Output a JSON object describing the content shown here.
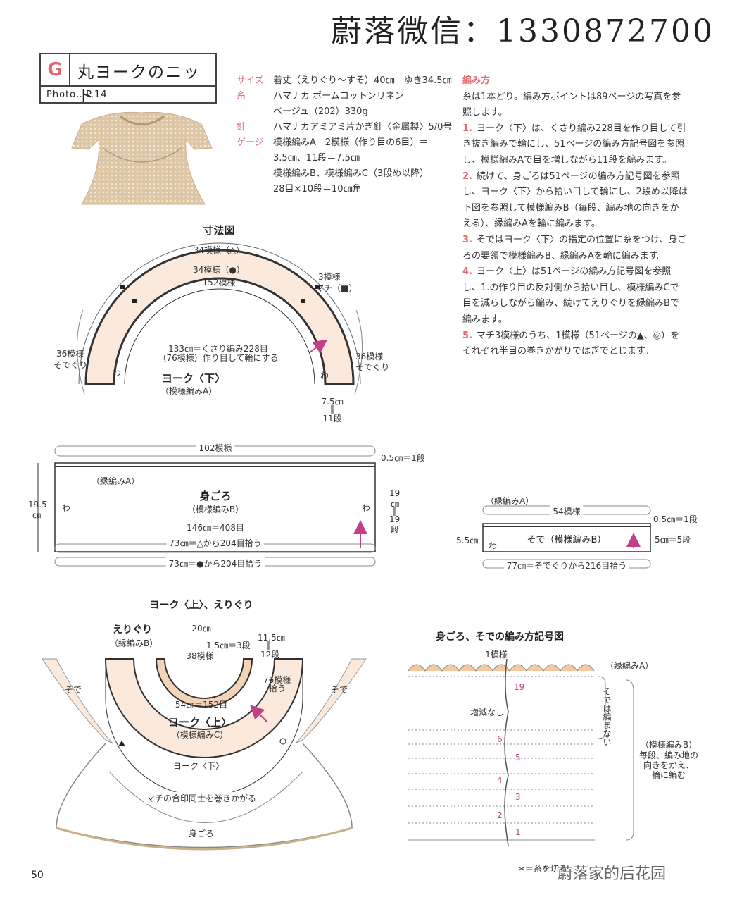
{
  "watermark": "蔚落微信：1330872700",
  "header": {
    "letter": "G",
    "title": "丸ヨークのニット",
    "photo_ref": "Photo…P.14"
  },
  "specs": [
    {
      "key": "サイズ",
      "value": "着丈（えりぐり～すそ）40㎝　ゆき34.5㎝"
    },
    {
      "key": "糸",
      "value": "ハマナカ ポームコットンリネン"
    },
    {
      "key": "",
      "value": "ベージュ（202）330g"
    },
    {
      "key": "針",
      "value": "ハマナカアミアミ片かぎ針〈金属製〉5/0号"
    },
    {
      "key": "ゲージ",
      "value": "模様編みA　2模様（作り目の6目）＝"
    },
    {
      "key": "",
      "value": "3.5㎝、11段＝7.5㎝"
    },
    {
      "key": "",
      "value": "模様編みB、模様編みC（3段め以降）"
    },
    {
      "key": "",
      "value": "28目×10段＝10㎝角"
    }
  ],
  "instructions": {
    "heading": "編み方",
    "intro": "糸は1本どり。編み方ポイントは89ページの写真を参照します。",
    "steps": [
      {
        "num": "1.",
        "text": "ヨーク〈下〉は、くさり編み228目を作り目して引き抜き編みで輪にし、51ページの編み方記号図を参照し、模様編みAで目を増しながら11段を編みます。"
      },
      {
        "num": "2.",
        "text": "続けて、身ごろは51ページの編み方記号図を参照し、ヨーク〈下〉から拾い目して輪にし、2段め以降は下図を参照して模様編みB（毎段、編み地の向きをかえる）、縁編みAを輪に編みます。"
      },
      {
        "num": "3.",
        "text": "そではヨーク〈下〉の指定の位置に糸をつけ、身ごろの要領で模様編みB、縁編みAを輪に編みます。"
      },
      {
        "num": "4.",
        "text": "ヨーク〈上〉は51ページの編み方記号図を参照し、1.の作り目の反対側から拾い目し、模様編みCで目を減らしながら編み、続けてえりぐりを縁編みBで編みます。"
      },
      {
        "num": "5.",
        "text": "マチ3模様のうち、1模様（51ページの▲、◎）をそれぞれ半目の巻きかがりではぎでとじます。"
      }
    ]
  },
  "yoke_diagram": {
    "title": "寸法図",
    "l_top": "34模様（△）",
    "l_mid": "34模様（●）",
    "l_inner": "152模様",
    "l_gusset": "3模様",
    "l_gusset2": "マチ（■）",
    "l_chain": "133㎝＝くさり編み228目",
    "l_chain2": "（76模様）作り目して輪にする",
    "l_sleeve_left": "36模様",
    "l_sleeve_left2": "そでぐり",
    "l_sleeve_right": "36模様",
    "l_sleeve_right2": "そでぐり",
    "l_yoke": "ヨーク〈下〉",
    "l_yoke_pattern": "（模様編みA）",
    "l_wa1": "わ",
    "l_wa2": "わ",
    "l_height": "7.5㎝",
    "l_eq": "‖",
    "l_rows": "11段"
  },
  "body_diagram": {
    "l_width": "102模様",
    "l_edge_rows": "0.5㎝＝1段",
    "l_edging": "（縁編みA）",
    "l_title": "身ごろ",
    "l_pattern": "（模様編みB）",
    "l_height_left": "19.5",
    "l_cm": "㎝",
    "l_wa_left": "わ",
    "l_wa_right": "わ",
    "l_height_right": "19",
    "l_height_right2": "㎝",
    "l_height_right3": "‖",
    "l_height_right4": "19",
    "l_height_right5": "段",
    "l_146": "146㎝＝408目",
    "l_73a": "73㎝＝△から204目拾う",
    "l_73b": "73㎝＝●から204目拾う"
  },
  "sleeve_diagram": {
    "l_edging": "（縁編みA）",
    "l_width": "54模様",
    "l_edge_rows": "0.5㎝＝1段",
    "l_height_left": "5.5㎝",
    "l_wa": "わ",
    "l_title": "そで（模様編みB）",
    "l_height_right": "5㎝＝5段",
    "l_bottom": "77㎝＝そでぐりから216目拾う"
  },
  "upper_yoke_diagram": {
    "title": "ヨーク〈上〉、えりぐり",
    "l_neck": "えりぐり",
    "l_neck_pattern": "（縁編みB）",
    "l_20": "20㎝",
    "l_11_5": "11.5㎝",
    "l_11_5b": "‖",
    "l_12": "12段",
    "l_1_5": "1.5㎝＝3段",
    "l_38": "38模様",
    "l_76": "76模様",
    "l_76b": "拾う",
    "l_54": "54㎝＝152目",
    "l_yoke_up": "ヨーク〈上〉",
    "l_yoke_pattern": "（模様編みC）",
    "l_sleeve_left": "そで",
    "l_sleeve_right": "そで",
    "l_yoke_down": "ヨーク〈下〉",
    "l_gusset": "マチの合印同士を巻きかがる",
    "l_body": "身ごろ"
  },
  "chart_diagram": {
    "title": "身ごろ、そでの編み方記号図",
    "l_repeat": "1模様",
    "l_edging": "（縁編みA）",
    "l_no_change": "増減なし",
    "l_sleeve_note": "そでは編まない",
    "l_pattern": "（模様編みB）",
    "l_note1": "毎段、編み地の",
    "l_note2": "向きをかえ、",
    "l_note3": "輪に編む",
    "rows": [
      "1",
      "2",
      "3",
      "4",
      "5",
      "6",
      "19"
    ],
    "legend": "✂＝糸を切る"
  },
  "page_number": "50",
  "brand": "蔚落家的后花园",
  "colors": {
    "accent": "#e06a70",
    "yoke_fill": "#fbeadb",
    "yarn": "#d8c0a0",
    "arrow": "#c0408a"
  }
}
